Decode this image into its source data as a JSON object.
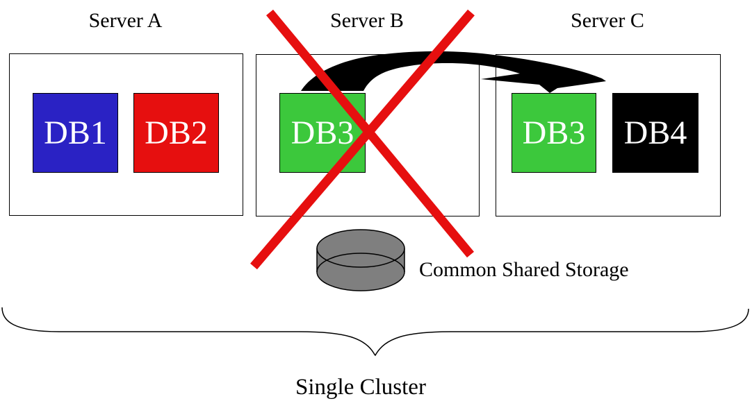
{
  "servers": [
    {
      "label": "Server A",
      "failed": false,
      "databases": [
        {
          "label": "DB1",
          "color": "#2A22C4"
        },
        {
          "label": "DB2",
          "color": "#E60F0F"
        }
      ]
    },
    {
      "label": "Server B",
      "failed": true,
      "databases": [
        {
          "label": "DB3",
          "color": "#3CC83C"
        }
      ]
    },
    {
      "label": "Server C",
      "failed": false,
      "databases": [
        {
          "label": "DB3",
          "color": "#3CC83C"
        },
        {
          "label": "DB4",
          "color": "#000000"
        }
      ]
    }
  ],
  "storage": {
    "label": "Common Shared Storage",
    "fill_color": "#7F7F7F",
    "outline_color": "#000000"
  },
  "cluster": {
    "label": "Single Cluster",
    "brace_color": "#000000"
  },
  "annotations": {
    "failure_cross_color": "#E60F0F",
    "failover_arrow_color": "#000000",
    "db_label_text_color": "#FFFFFF"
  }
}
